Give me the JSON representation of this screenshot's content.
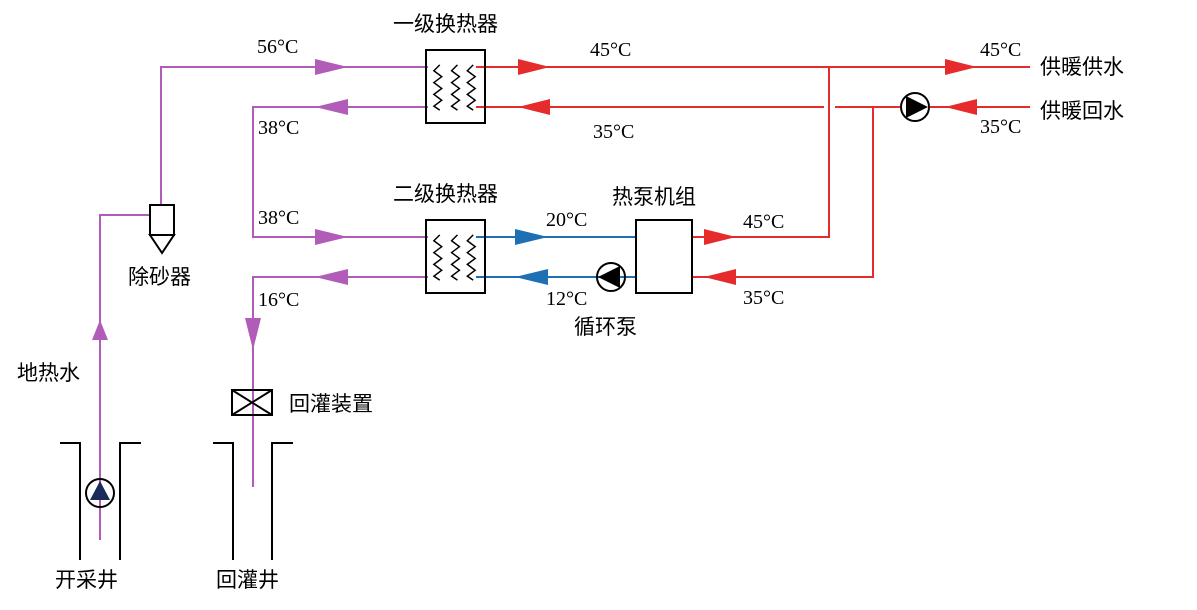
{
  "labels": {
    "hx1": "一级换热器",
    "hx2": "二级换热器",
    "heat_pump": "热泵机组",
    "supply": "供暖供水",
    "return": "供暖回水",
    "desander": "除砂器",
    "geo_water": "地热水",
    "reinjection_device": "回灌装置",
    "production_well": "开采井",
    "reinjection_well": "回灌井",
    "circ_pump": "循环泵"
  },
  "temps": {
    "t56": "56°C",
    "t38_top": "38°C",
    "t38_mid": "38°C",
    "t16": "16°C",
    "t45_hx1": "45°C",
    "t35_hx1": "35°C",
    "t45_supply": "45°C",
    "t35_return": "35°C",
    "t20": "20°C",
    "t12": "12°C",
    "t45_hp": "45°C",
    "t35_hp": "35°C"
  },
  "colors": {
    "geothermal": "#b05cb8",
    "heating": "#e52b2b",
    "intermediate": "#1f6fb5"
  }
}
